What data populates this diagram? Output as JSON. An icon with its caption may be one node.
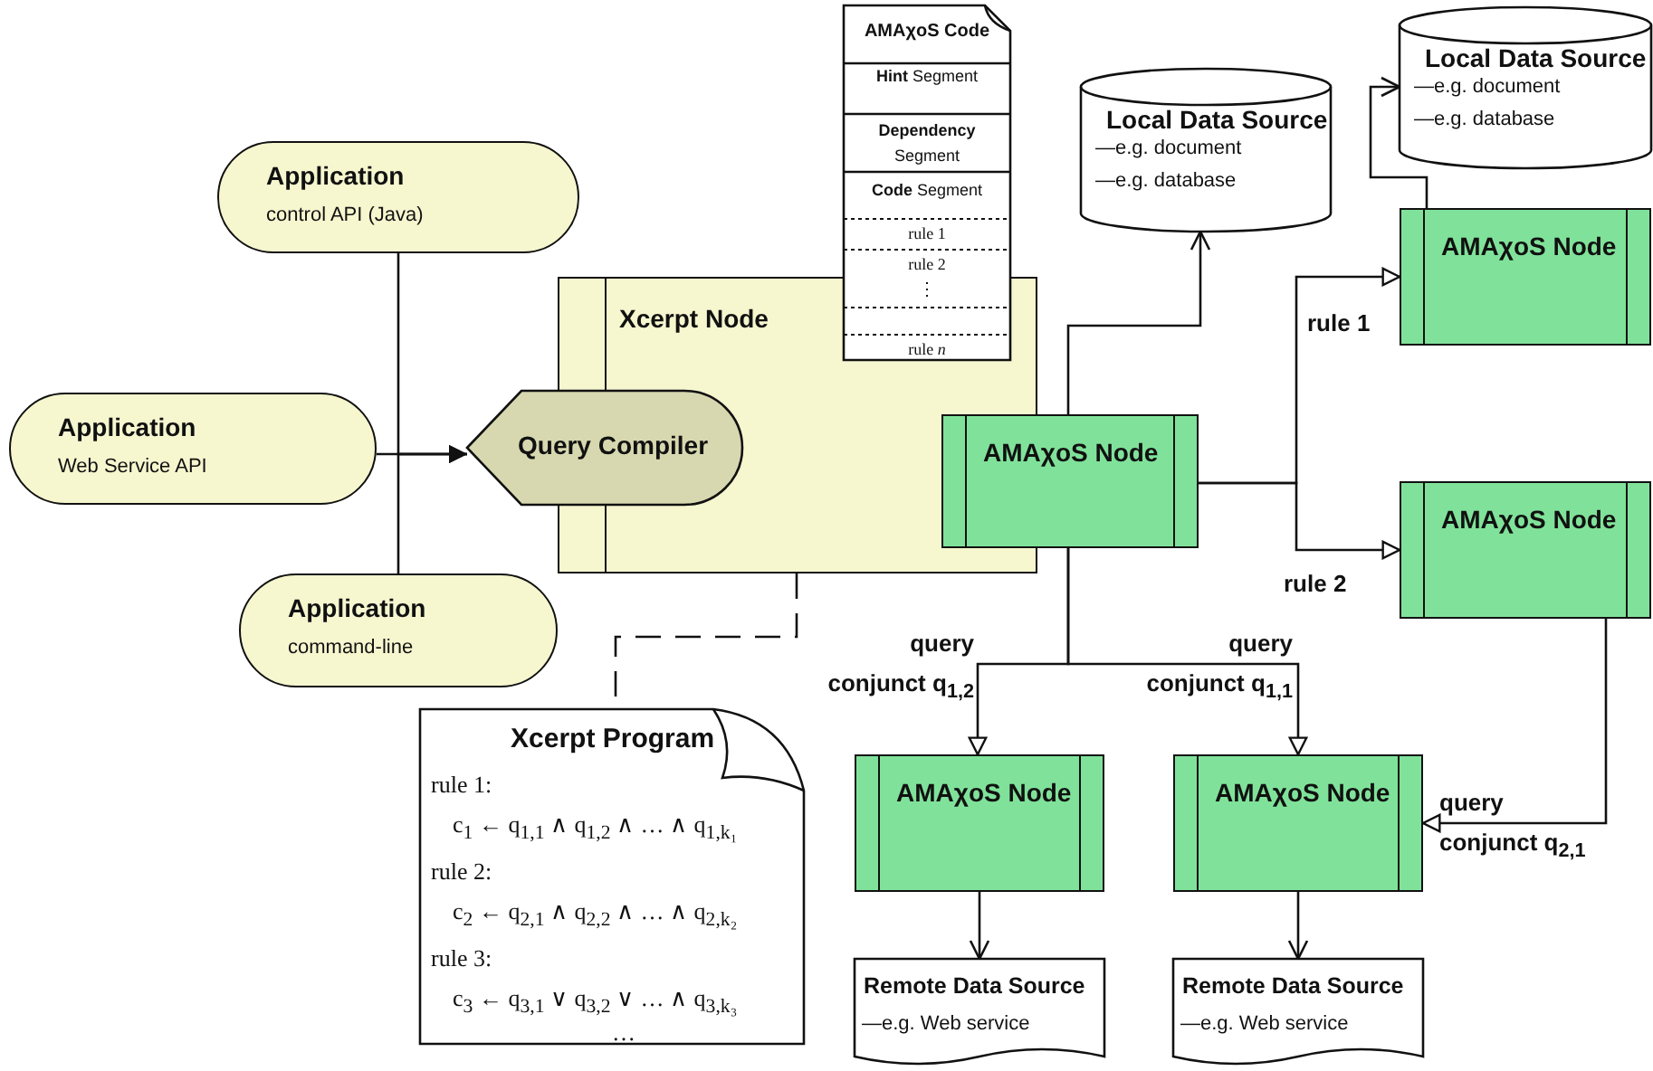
{
  "diagram": {
    "nodes": [
      {
        "text": [
          "Application",
          "control API (Java)"
        ]
      },
      {
        "text": [
          "Application",
          "Web Service API"
        ]
      },
      {
        "text": [
          "Application",
          "command-line"
        ]
      },
      {
        "text": [
          "Xcerpt Node"
        ]
      },
      {
        "text": [
          "Query Compiler"
        ]
      },
      {
        "text": [
          "AMAχoS Code",
          "**Hint** Segment",
          "**Dependency** Segment",
          "**Code** Segment",
          "rule 1",
          "rule 2",
          "⋮",
          "rule *n*"
        ]
      },
      {
        "text": [
          "AMAχoS Node"
        ]
      },
      {
        "text": [
          "Local Data Source",
          "—e.g. document",
          "—e.g. database"
        ]
      },
      {
        "text": [
          "Local Data Source",
          "—e.g. document",
          "—e.g. database"
        ]
      },
      {
        "text": [
          "AMAχoS Node"
        ]
      },
      {
        "text": [
          "AMAχoS Node"
        ]
      },
      {
        "text": [
          "AMAχoS Node"
        ]
      },
      {
        "text": [
          "AMAχoS Node"
        ]
      },
      {
        "text": [
          "Remote Data Source",
          "—e.g. Web service"
        ]
      },
      {
        "text": [
          "Remote Data Source",
          "—e.g. Web service"
        ]
      },
      {
        "text": [
          "Xcerpt Program",
          "rule 1:",
          "c$_{1}$ ← q$_{1,1}$ ∧ q$_{1,2}$ ∧ … ∧ q$_{1,k₁}$",
          "rule 2:",
          "c$_{2}$ ← q$_{2,1}$ ∧ q$_{2,2}$ ∧ … ∧ q$_{2,k₂}$",
          "rule 3:",
          "c$_{3}$ ← q$_{3,1}$ ∨ q$_{3,2}$ ∨ … ∧ q$_{3,k₃}$",
          "…"
        ]
      }
    ],
    "edges": [
      {
        "from": 0,
        "to": 4,
        "arrow": "to"
      },
      {
        "from": 1,
        "to": 4,
        "arrow": "to"
      },
      {
        "from": 2,
        "to": 4,
        "arrow": "to"
      },
      {
        "from": 3,
        "to": 15,
        "arrow": "none",
        "style": "dashed"
      },
      {
        "from": 6,
        "to": 7,
        "arrow": "to"
      },
      {
        "from": 9,
        "to": 8,
        "arrow": "to"
      },
      {
        "from": 6,
        "to": 9,
        "arrow": "to",
        "label": "rule 1"
      },
      {
        "from": 6,
        "to": 10,
        "arrow": "to",
        "label": "rule 2"
      },
      {
        "from": 6,
        "to": 11,
        "arrow": "to",
        "label": "query conjunct q$_{1,2}$"
      },
      {
        "from": 6,
        "to": 12,
        "arrow": "to",
        "label": "query conjunct q$_{1,1}$"
      },
      {
        "from": 10,
        "to": 12,
        "arrow": "to",
        "label": "query conjunct q$_{2,1}$"
      },
      {
        "from": 11,
        "to": 13,
        "arrow": "to"
      },
      {
        "from": 12,
        "to": 14,
        "arrow": "to"
      }
    ]
  }
}
